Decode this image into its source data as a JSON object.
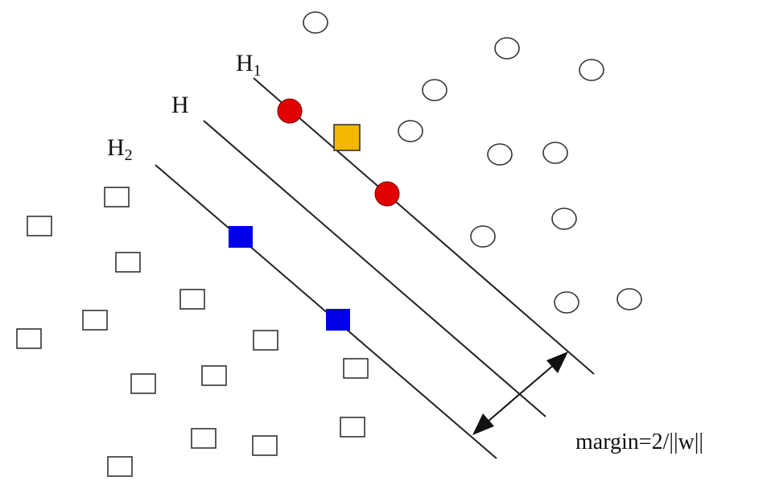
{
  "labels": {
    "h1": "H",
    "h1_sub": "1",
    "h": "H",
    "h2": "H",
    "h2_sub": "2",
    "margin": "margin=2/||w||"
  },
  "colors": {
    "support_circle": "#e00000",
    "misclassified_square": "#f5b800",
    "support_square": "#0000e6",
    "line": "#222222"
  }
}
